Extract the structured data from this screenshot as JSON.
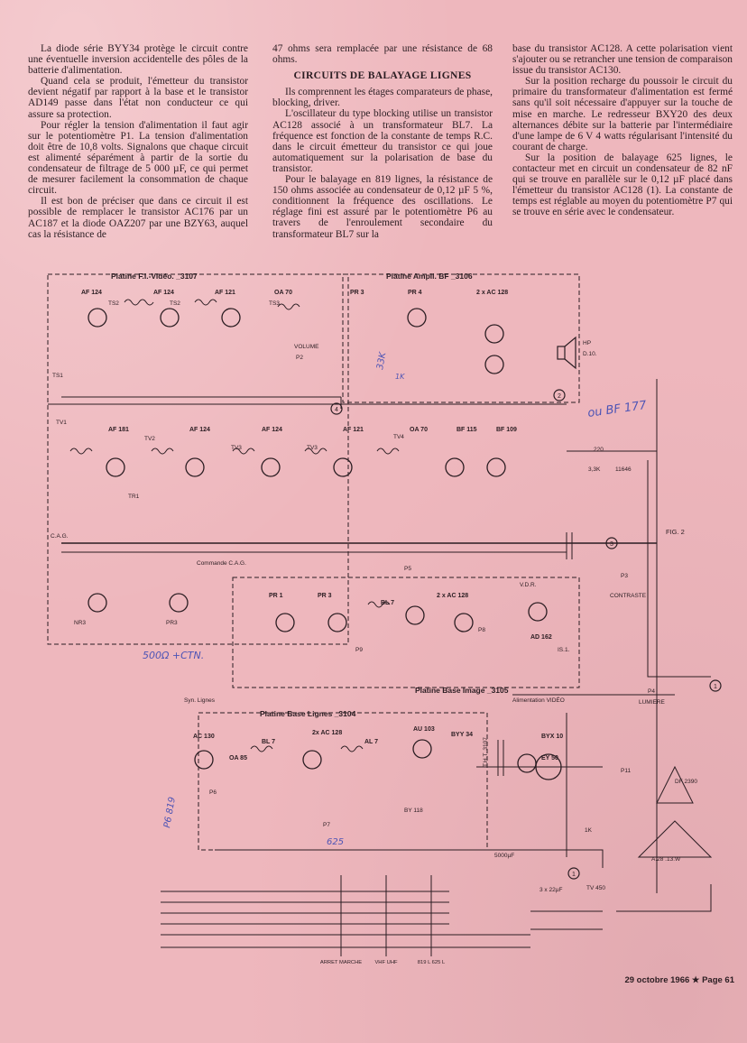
{
  "article": {
    "col1": [
      "La diode série BYY34 protège le circuit contre une éventuelle inversion accidentelle des pôles de la batterie d'alimentation.",
      "Quand cela se produit, l'émetteur du transistor devient négatif par rapport à la base et le transistor AD149 passe dans l'état non conducteur ce qui assure sa protection.",
      "Pour régler la tension d'alimentation il faut agir sur le potentiomètre P1. La tension d'alimentation doit être de 10,8 volts. Signalons que chaque circuit est alimenté séparément à partir de la sortie du condensateur de filtrage de 5 000 µF, ce qui permet de mesurer facilement la consommation de chaque circuit.",
      "Il est bon de préciser que dans ce circuit il est possible de remplacer le transistor AC176 par un AC187 et la diode OAZ207 par une BZY63, auquel cas la résistance de"
    ],
    "col2_lead": "47 ohms sera remplacée par une résistance de 68 ohms.",
    "col2_heading": "CIRCUITS DE BALAYAGE LIGNES",
    "col2": [
      "Ils comprennent les étages comparateurs de phase, blocking, driver.",
      "L'oscillateur du type blocking utilise un transistor AC128 associé à un transformateur BL7. La fréquence est fonction de la constante de temps R.C. dans le circuit émetteur du transistor ce qui joue automatiquement sur la polarisation de base du transistor.",
      "Pour le balayage en 819 lignes, la résistance de 150 ohms associée au condensateur de 0,12 µF 5 %, conditionnent la fréquence des oscillations. Le réglage fini est assuré par le potentiomètre P6 au travers de l'enroulement secondaire du transformateur BL7 sur la"
    ],
    "col3_lead": "base du transistor AC128. A cette polarisation vient s'ajouter ou se retrancher une tension de comparaison issue du transistor AC130.",
    "col3": [
      "Sur la position recharge du poussoir le circuit du primaire du transformateur d'alimentation est fermé sans qu'il soit nécessaire d'appuyer sur la touche de mise en marche. Le redresseur BXY20 des deux alternances débite sur la batterie par l'intermédiaire d'une lampe de 6 V 4 watts régularisant l'intensité du courant de charge.",
      "Sur la position de balayage 625 lignes, le contacteur met en circuit un condensateur de 82 nF qui se trouve en parallèle sur le 0,12 µF placé dans l'émetteur du transistor AC128 (1). La constante de temps est réglable au moyen du potentiomètre P7 qui se trouve en série avec le condensateur."
    ]
  },
  "schematic": {
    "fig_label": "FIG. 2",
    "blocks": {
      "fi_video": "Platine F.I.-Vidéo. _3107",
      "ampli_bf": "Platine Ampli. BF _3106",
      "base_image": "Platine Base Image _3105",
      "base_lignes": "Platine Base Lignes _3104"
    },
    "transistors_row1": [
      "AF 124",
      "AF 124",
      "AF 121",
      "OA 70",
      "PR 3",
      "PR 4",
      "2 x AC 128"
    ],
    "transistors_row2": [
      "AF 181",
      "AF 124",
      "AF 124",
      "AF 121",
      "OA 70",
      "BF 115",
      "BF 109"
    ],
    "transistors_row3": [
      "PR 1",
      "PR 3",
      "BL 7",
      "2 x AC 128",
      "AD 162"
    ],
    "transistors_row4": [
      "AC 130",
      "OA 85",
      "BL 7",
      "2x AC 128",
      "AL 7",
      "AU 103",
      "BYY 34",
      "BYX 10",
      "EY 50"
    ],
    "labels": {
      "tv1": "TV1",
      "tv2": "TV2",
      "tv3a": "TV3",
      "tv3b": "TV3",
      "tv4": "TV4",
      "ts1": "TS1",
      "ts2a": "TS2",
      "ts2b": "TS2",
      "ts3": "TS3",
      "tr1": "TR1",
      "nr3": "NR3",
      "pr3b": "PR3",
      "cag": "C.A.G.",
      "commande_cag": "Commande C.A.G.",
      "volume": "VOLUME",
      "p2": "P2",
      "p3": "P3",
      "p4": "P4",
      "p5": "P5",
      "p6": "P6",
      "p7": "P7",
      "p8": "P8",
      "p9": "P9",
      "p11": "P11",
      "contraste": "CONTRASTE",
      "lumiere": "LUMIERE",
      "hp": "HP",
      "d10": "D.10.",
      "vdr": "V.D.R.",
      "is1": "IS.1.",
      "sync_lignes": "Syn. Lignes",
      "alim_video": "Alimentation VIDÉO",
      "tht": "T.H.T. 3107",
      "by118": "BY 118",
      "df": "DF 2390",
      "tube": "A.28 .13.W",
      "tv450": "TV 450",
      "c5000": "5000µF",
      "c3x22": "3 x 22µF",
      "f11646": "11646",
      "f1k": "1K",
      "r33k": "3,3K",
      "r220": "220"
    },
    "switches": [
      "ARRET MARCHE",
      "VHF UHF",
      "819 L 625 L"
    ],
    "nodes": [
      "1",
      "2",
      "3",
      "4"
    ],
    "handwritten": {
      "bf177": "ou BF 177",
      "r500": "500Ω +CTN.",
      "p6_819": "P6 819",
      "p7_625": "625",
      "k33": "33K",
      "k": "1K"
    }
  },
  "footer": {
    "text": "29 octobre 1966 ★ Page 61"
  }
}
